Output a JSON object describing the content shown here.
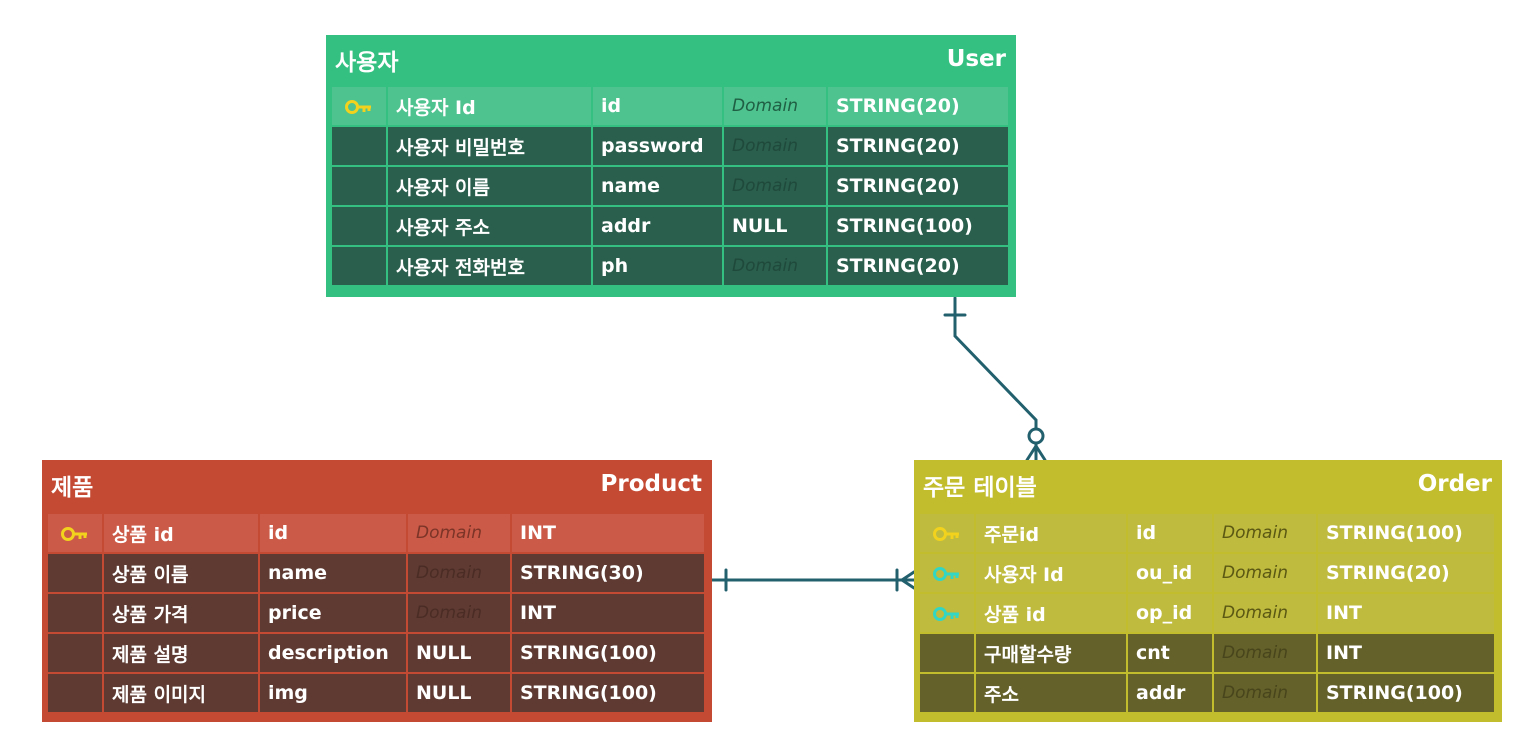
{
  "colors": {
    "user_accent": "#33c080",
    "product_accent": "#c44a33",
    "order_accent": "#c2bd2c",
    "primary_key_icon": "#f2d21c",
    "foreign_key_icon": "#33d6c2",
    "relationship_line": "#23606e"
  },
  "entities": {
    "user": {
      "logical_name": "사용자",
      "physical_name": "User",
      "columns": [
        {
          "key": "pk",
          "key_icon": "key-icon",
          "logical": "사용자 Id",
          "physical": "id",
          "domain": "Domain",
          "type": "STRING(20)"
        },
        {
          "key": "",
          "logical": "사용자 비밀번호",
          "physical": "password",
          "domain": "Domain",
          "type": "STRING(20)"
        },
        {
          "key": "",
          "logical": "사용자 이름",
          "physical": "name",
          "domain": "Domain",
          "type": "STRING(20)"
        },
        {
          "key": "",
          "logical": "사용자 주소",
          "physical": "addr",
          "domain": "NULL",
          "type": "STRING(100)"
        },
        {
          "key": "",
          "logical": "사용자 전화번호",
          "physical": "ph",
          "domain": "Domain",
          "type": "STRING(20)"
        }
      ]
    },
    "product": {
      "logical_name": "제품",
      "physical_name": "Product",
      "columns": [
        {
          "key": "pk",
          "key_icon": "key-icon",
          "logical": "상품 id",
          "physical": "id",
          "domain": "Domain",
          "type": "INT"
        },
        {
          "key": "",
          "logical": "상품 이름",
          "physical": "name",
          "domain": "Domain",
          "type": "STRING(30)"
        },
        {
          "key": "",
          "logical": "상품 가격",
          "physical": "price",
          "domain": "Domain",
          "type": "INT"
        },
        {
          "key": "",
          "logical": "제품 설명",
          "physical": "description",
          "domain": "NULL",
          "type": "STRING(100)"
        },
        {
          "key": "",
          "logical": "제품 이미지",
          "physical": "img",
          "domain": "NULL",
          "type": "STRING(100)"
        }
      ]
    },
    "order": {
      "logical_name": "주문 테이블",
      "physical_name": "Order",
      "columns": [
        {
          "key": "pk",
          "key_icon": "key-icon",
          "logical": "주문id",
          "physical": "id",
          "domain": "Domain",
          "type": "STRING(100)"
        },
        {
          "key": "fk",
          "key_icon": "foreign-key-icon",
          "logical": "사용자 Id",
          "physical": "ou_id",
          "domain": "Domain",
          "type": "STRING(20)"
        },
        {
          "key": "fk",
          "key_icon": "foreign-key-icon",
          "logical": "상품 id",
          "physical": "op_id",
          "domain": "Domain",
          "type": "INT"
        },
        {
          "key": "",
          "logical": "구매할수량",
          "physical": "cnt",
          "domain": "Domain",
          "type": "INT"
        },
        {
          "key": "",
          "logical": "주소",
          "physical": "addr",
          "domain": "Domain",
          "type": "STRING(100)"
        }
      ]
    }
  },
  "relationships": [
    {
      "from": "User",
      "to": "Order",
      "from_end": "one",
      "to_end": "zero-or-many"
    },
    {
      "from": "Product",
      "to": "Order",
      "from_end": "one",
      "to_end": "one-or-many"
    }
  ]
}
